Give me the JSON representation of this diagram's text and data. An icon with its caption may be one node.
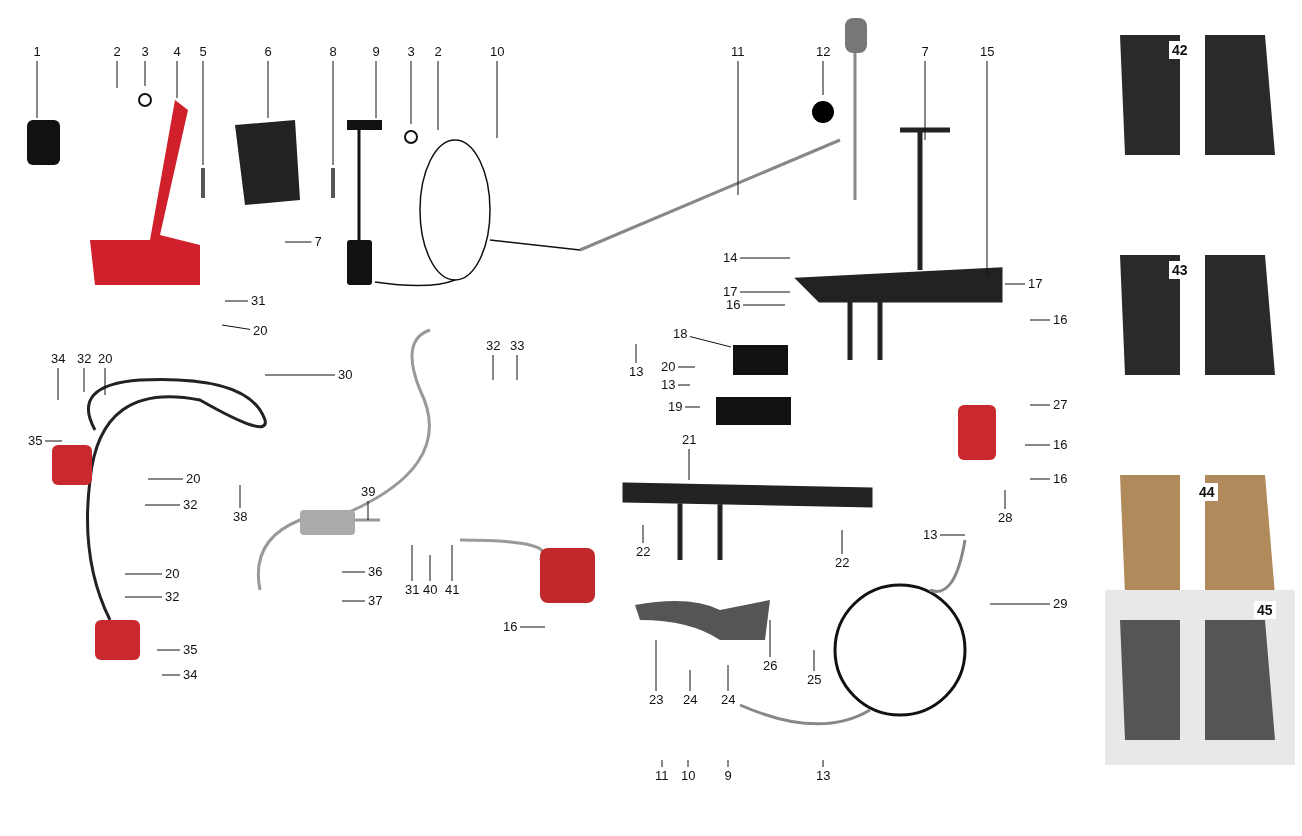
{
  "diagram": {
    "nodes": [
      {
        "text": [
          "1"
        ]
      },
      {
        "text": [
          "2"
        ]
      },
      {
        "text": [
          "3"
        ]
      },
      {
        "text": [
          "4"
        ]
      },
      {
        "text": [
          "5"
        ]
      },
      {
        "text": [
          "6"
        ]
      },
      {
        "text": [
          "8"
        ]
      },
      {
        "text": [
          "9"
        ]
      },
      {
        "text": [
          "3"
        ]
      },
      {
        "text": [
          "2"
        ]
      },
      {
        "text": [
          "10"
        ]
      },
      {
        "text": [
          "11"
        ]
      },
      {
        "text": [
          "12"
        ]
      },
      {
        "text": [
          "7"
        ]
      },
      {
        "text": [
          "15"
        ]
      },
      {
        "text": [
          "7"
        ]
      },
      {
        "text": [
          "14"
        ]
      },
      {
        "text": [
          "17"
        ]
      },
      {
        "text": [
          "17"
        ]
      },
      {
        "text": [
          "13"
        ]
      },
      {
        "text": [
          "16"
        ]
      },
      {
        "text": [
          "16"
        ]
      },
      {
        "text": [
          "31"
        ]
      },
      {
        "text": [
          "20"
        ]
      },
      {
        "text": [
          "18"
        ]
      },
      {
        "text": [
          "20"
        ]
      },
      {
        "text": [
          "13"
        ]
      },
      {
        "text": [
          "19"
        ]
      },
      {
        "text": [
          "34"
        ]
      },
      {
        "text": [
          "32"
        ]
      },
      {
        "text": [
          "20"
        ]
      },
      {
        "text": [
          "30"
        ]
      },
      {
        "text": [
          "32"
        ]
      },
      {
        "text": [
          "33"
        ]
      },
      {
        "text": [
          "35"
        ]
      },
      {
        "text": [
          "20"
        ]
      },
      {
        "text": [
          "32"
        ]
      },
      {
        "text": [
          "38"
        ]
      },
      {
        "text": [
          "39"
        ]
      },
      {
        "text": [
          "21"
        ]
      },
      {
        "text": [
          "27"
        ]
      },
      {
        "text": [
          "16"
        ]
      },
      {
        "text": [
          "16"
        ]
      },
      {
        "text": [
          "28"
        ]
      },
      {
        "text": [
          "13"
        ]
      },
      {
        "text": [
          "22"
        ]
      },
      {
        "text": [
          "22"
        ]
      },
      {
        "text": [
          "29"
        ]
      },
      {
        "text": [
          "20"
        ]
      },
      {
        "text": [
          "32"
        ]
      },
      {
        "text": [
          "36"
        ]
      },
      {
        "text": [
          "37"
        ]
      },
      {
        "text": [
          "31"
        ]
      },
      {
        "text": [
          "40"
        ]
      },
      {
        "text": [
          "41"
        ]
      },
      {
        "text": [
          "16"
        ]
      },
      {
        "text": [
          "26"
        ]
      },
      {
        "text": [
          "25"
        ]
      },
      {
        "text": [
          "23"
        ]
      },
      {
        "text": [
          "24"
        ]
      },
      {
        "text": [
          "24"
        ]
      },
      {
        "text": [
          "35"
        ]
      },
      {
        "text": [
          "34"
        ]
      },
      {
        "text": [
          "11"
        ]
      },
      {
        "text": [
          "10"
        ]
      },
      {
        "text": [
          "9"
        ]
      },
      {
        "text": [
          "13"
        ]
      }
    ],
    "edges": [
      {
        "from": 0,
        "to": null,
        "arrow": "none"
      },
      {
        "from": 1,
        "to": null,
        "arrow": "none"
      },
      {
        "from": 2,
        "to": null,
        "arrow": "none"
      },
      {
        "from": 3,
        "to": null,
        "arrow": "none"
      },
      {
        "from": 4,
        "to": null,
        "arrow": "none"
      },
      {
        "from": 5,
        "to": null,
        "arrow": "none"
      },
      {
        "from": 6,
        "to": null,
        "arrow": "none"
      },
      {
        "from": 7,
        "to": null,
        "arrow": "none"
      },
      {
        "from": 8,
        "to": null,
        "arrow": "none"
      },
      {
        "from": 9,
        "to": null,
        "arrow": "none"
      },
      {
        "from": 10,
        "to": null,
        "arrow": "none"
      },
      {
        "from": 11,
        "to": null,
        "arrow": "none"
      },
      {
        "from": 12,
        "to": null,
        "arrow": "none"
      },
      {
        "from": 13,
        "to": null,
        "arrow": "none"
      },
      {
        "from": 14,
        "to": null,
        "arrow": "none"
      },
      {
        "from": 15,
        "to": null,
        "arrow": "none"
      },
      {
        "from": 16,
        "to": null,
        "arrow": "none"
      },
      {
        "from": 17,
        "to": null,
        "arrow": "none"
      },
      {
        "from": 18,
        "to": null,
        "arrow": "none"
      },
      {
        "from": 19,
        "to": null,
        "arrow": "none"
      },
      {
        "from": 20,
        "to": null,
        "arrow": "none"
      },
      {
        "from": 21,
        "to": null,
        "arrow": "none"
      },
      {
        "from": 22,
        "to": null,
        "arrow": "none"
      },
      {
        "from": 23,
        "to": null,
        "arrow": "none"
      },
      {
        "from": 24,
        "to": null,
        "arrow": "none"
      },
      {
        "from": 25,
        "to": null,
        "arrow": "none"
      },
      {
        "from": 26,
        "to": null,
        "arrow": "none"
      },
      {
        "from": 27,
        "to": null,
        "arrow": "none"
      },
      {
        "from": 28,
        "to": null,
        "arrow": "none"
      },
      {
        "from": 29,
        "to": null,
        "arrow": "none"
      },
      {
        "from": 30,
        "to": null,
        "arrow": "none"
      },
      {
        "from": 31,
        "to": null,
        "arrow": "none"
      },
      {
        "from": 32,
        "to": null,
        "arrow": "none"
      },
      {
        "from": 33,
        "to": null,
        "arrow": "none"
      },
      {
        "from": 34,
        "to": null,
        "arrow": "none"
      },
      {
        "from": 35,
        "to": null,
        "arrow": "none"
      },
      {
        "from": 36,
        "to": null,
        "arrow": "none"
      },
      {
        "from": 37,
        "to": null,
        "arrow": "none"
      },
      {
        "from": 38,
        "to": null,
        "arrow": "none"
      },
      {
        "from": 39,
        "to": null,
        "arrow": "none"
      },
      {
        "from": 40,
        "to": null,
        "arrow": "none"
      },
      {
        "from": 41,
        "to": null,
        "arrow": "none"
      },
      {
        "from": 42,
        "to": null,
        "arrow": "none"
      },
      {
        "from": 43,
        "to": null,
        "arrow": "none"
      },
      {
        "from": 44,
        "to": null,
        "arrow": "none"
      },
      {
        "from": 45,
        "to": null,
        "arrow": "none"
      },
      {
        "from": 46,
        "to": null,
        "arrow": "none"
      },
      {
        "from": 47,
        "to": null,
        "arrow": "none"
      },
      {
        "from": 48,
        "to": null,
        "arrow": "none"
      },
      {
        "from": 49,
        "to": null,
        "arrow": "none"
      },
      {
        "from": 50,
        "to": null,
        "arrow": "none"
      },
      {
        "from": 51,
        "to": null,
        "arrow": "none"
      },
      {
        "from": 52,
        "to": null,
        "arrow": "none"
      },
      {
        "from": 53,
        "to": null,
        "arrow": "none"
      },
      {
        "from": 54,
        "to": null,
        "arrow": "none"
      },
      {
        "from": 55,
        "to": null,
        "arrow": "none"
      },
      {
        "from": 56,
        "to": null,
        "arrow": "none"
      },
      {
        "from": 57,
        "to": null,
        "arrow": "none"
      },
      {
        "from": 58,
        "to": null,
        "arrow": "none"
      },
      {
        "from": 59,
        "to": null,
        "arrow": "none"
      },
      {
        "from": 60,
        "to": null,
        "arrow": "none"
      },
      {
        "from": 61,
        "to": null,
        "arrow": "none"
      },
      {
        "from": 62,
        "to": null,
        "arrow": "none"
      },
      {
        "from": 63,
        "to": null,
        "arrow": "none"
      },
      {
        "from": 64,
        "to": null,
        "arrow": "none"
      },
      {
        "from": 65,
        "to": null,
        "arrow": "none"
      },
      {
        "from": 66,
        "to": null,
        "arrow": "none"
      }
    ],
    "labels": [
      "42",
      "43",
      "44",
      "45"
    ]
  }
}
